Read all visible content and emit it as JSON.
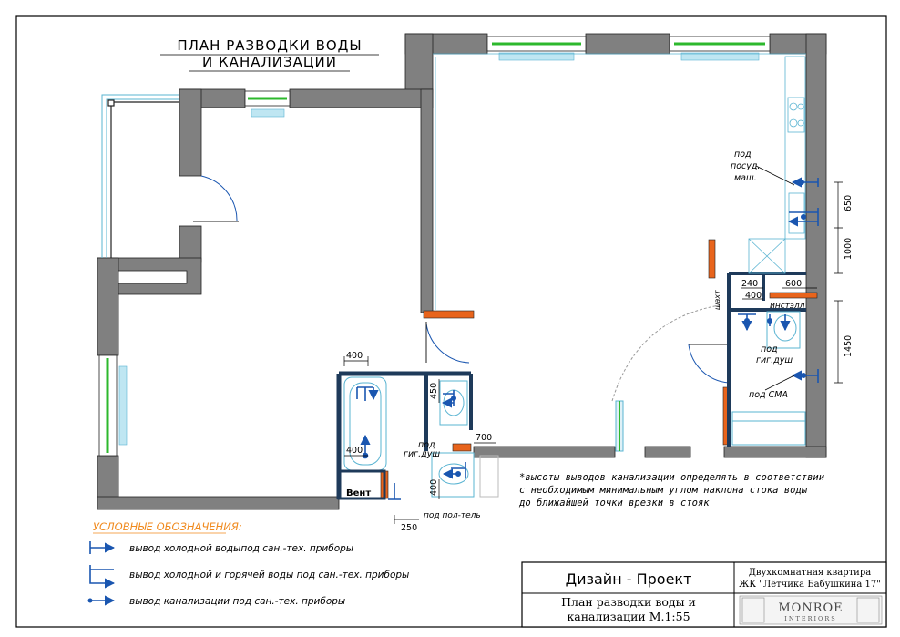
{
  "title": {
    "line1": "ПЛАН РАЗВОДКИ ВОДЫ",
    "line2": "И КАНАЛИЗАЦИИ"
  },
  "labels": {
    "dishwasher_1": "под",
    "dishwasher_2": "посуд.",
    "dishwasher_3": "маш.",
    "hyg_shower_a1": "под",
    "hyg_shower_a2": "гиг.душ",
    "hyg_shower_b1": "под",
    "hyg_shower_b2": "гиг.душ",
    "washing_machine": "под СМА",
    "installation": "инстэлл",
    "shaft": "шахт",
    "vent": "Вент",
    "towel_rail": "под пол-тель"
  },
  "dimensions": {
    "d400_top": "400",
    "d450": "450",
    "d400_bath": "400",
    "d700": "700",
    "d400_wc": "400",
    "d250": "250",
    "d650": "650",
    "d1000": "1000",
    "d1450": "1450",
    "d240": "240",
    "d400_small": "400",
    "d600": "600"
  },
  "note": {
    "line1": "*высоты выводов канализации определять в соответствии",
    "line2": "с необходимым минимальным углом наклона стока воды",
    "line3": "до ближайшей точки врезки в стояк"
  },
  "legend": {
    "heading": "УСЛОВНЫЕ ОБОЗНАЧЕНИЯ:",
    "item1": "вывод холодной водыпод сан.-тех. приборы",
    "item2": "вывод холодной и горячей воды под сан.-тех. приборы",
    "item3": "вывод канализации под сан.-тех. приборы"
  },
  "title_block": {
    "design": "Дизайн - Проект",
    "project_line1": "Двухкомнатная квартира",
    "project_line2": "ЖК \"Лётчика Бабушкина 17\"",
    "sheet_line1": "План разводки воды и",
    "sheet_line2": "канализации  М.1:55",
    "logo_main": "MONROE",
    "logo_sub": "INTERIORS"
  },
  "colors": {
    "wall": "#808080",
    "pipe": "#1a56b0",
    "window": "#2db82d",
    "accent": "#e8641c",
    "furniture": "#5ab4d2",
    "legend_heading": "#f08a1e"
  }
}
